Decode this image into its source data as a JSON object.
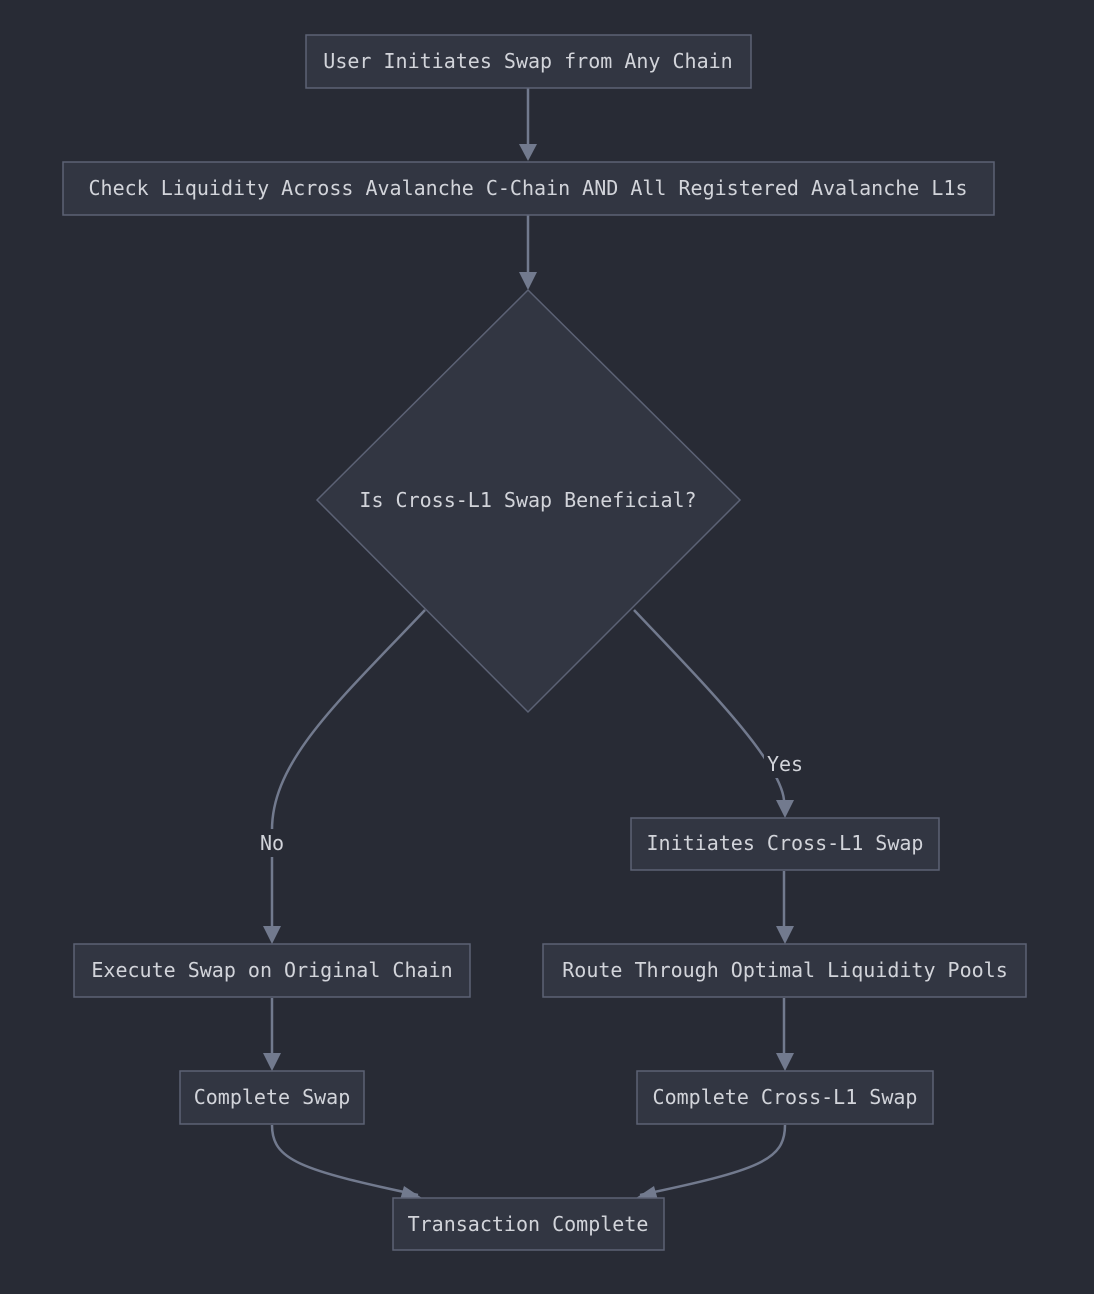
{
  "nodes": {
    "start": {
      "label": "User Initiates Swap from Any Chain"
    },
    "check": {
      "label": "Check Liquidity Across Avalanche C-Chain AND All Registered Avalanche L1s"
    },
    "decision": {
      "label": "Is Cross-L1 Swap Beneficial?"
    },
    "initiate_cross": {
      "label": "Initiates Cross-L1 Swap"
    },
    "execute_original": {
      "label": "Execute Swap on Original Chain"
    },
    "route": {
      "label": "Route Through Optimal Liquidity Pools"
    },
    "complete_swap": {
      "label": "Complete Swap"
    },
    "complete_cross": {
      "label": "Complete Cross-L1 Swap"
    },
    "transaction_complete": {
      "label": "Transaction Complete"
    }
  },
  "edges": {
    "no_label": "No",
    "yes_label": "Yes"
  },
  "colors": {
    "background": "#282b35",
    "node_fill": "#323642",
    "node_stroke": "#5c6275",
    "edge": "#727a8e",
    "text": "#d2d4da"
  }
}
